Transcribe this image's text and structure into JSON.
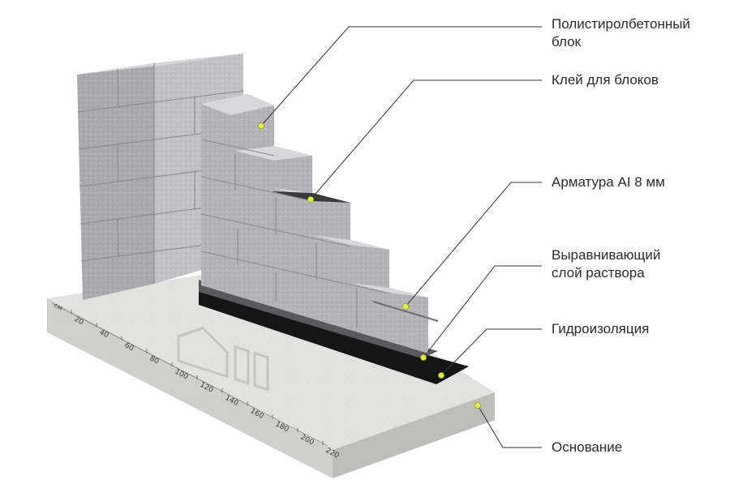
{
  "callouts": [
    {
      "id": "block",
      "lines": [
        "Полистиролбетонный",
        "блок"
      ]
    },
    {
      "id": "glue",
      "lines": [
        "Клей для блоков"
      ]
    },
    {
      "id": "rebar",
      "lines": [
        "Арматура AI 8 мм"
      ]
    },
    {
      "id": "leveling",
      "lines": [
        "Выравнивающий",
        "слой раствора"
      ]
    },
    {
      "id": "waterproofing",
      "lines": [
        "Гидроизоляция"
      ]
    },
    {
      "id": "base",
      "lines": [
        "Основание"
      ]
    }
  ],
  "ruler": {
    "unit": "см",
    "ticks": [
      "20",
      "40",
      "60",
      "80",
      "100",
      "120",
      "140",
      "160",
      "180",
      "200",
      "220"
    ]
  },
  "colors": {
    "callout_dot": "#e6ee3c",
    "block_light": "#c9c9cd",
    "block_mid": "#a9a9ae",
    "block_dark": "#8d8d92",
    "base": "#e2e2e0",
    "waterproofing": "#151515"
  }
}
